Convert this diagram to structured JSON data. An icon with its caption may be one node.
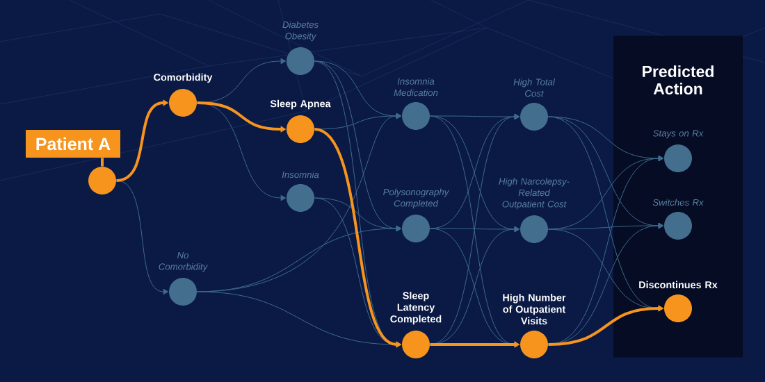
{
  "diagram": {
    "nodes": [
      {
        "text": [
          "Patient A"
        ]
      },
      {
        "text": [],
        "shape": "circle"
      },
      {
        "text": [
          "Comorbidity"
        ]
      },
      {
        "text": [
          "No Comorbidity"
        ]
      },
      {
        "text": [
          "Diabetes Obesity"
        ]
      },
      {
        "text": [
          "Sleep Apnea"
        ]
      },
      {
        "text": [
          "Insomnia"
        ]
      },
      {
        "text": [
          "Insomnia Medication"
        ]
      },
      {
        "text": [
          "Polysonography Completed"
        ]
      },
      {
        "text": [
          "Sleep Latency Completed"
        ]
      },
      {
        "text": [
          "High Total Cost"
        ]
      },
      {
        "text": [
          "High Narcolepsy-Related Outpatient Cost"
        ]
      },
      {
        "text": [
          "High Number of Outpatient Visits"
        ]
      },
      {
        "text": [
          "Predicted Action"
        ]
      },
      {
        "text": [
          "Stays on Rx"
        ],
        "in": 13
      },
      {
        "text": [
          "Switches Rx"
        ],
        "in": 13
      },
      {
        "text": [
          "Discontinues Rx"
        ],
        "in": 13
      }
    ],
    "edges": [
      {
        "from": 0,
        "to": 1,
        "arrow": "none",
        "style": "thick",
        "color": "#f7941d"
      },
      {
        "from": 1,
        "to": 2,
        "arrow": "to",
        "style": "thick",
        "color": "#f7941d"
      },
      {
        "from": 1,
        "to": 3,
        "arrow": "to"
      },
      {
        "from": 2,
        "to": 4,
        "arrow": "to"
      },
      {
        "from": 2,
        "to": 5,
        "arrow": "to",
        "style": "thick",
        "color": "#f7941d"
      },
      {
        "from": 2,
        "to": 6,
        "arrow": "to"
      },
      {
        "from": 3,
        "to": 7,
        "arrow": "to"
      },
      {
        "from": 3,
        "to": 8,
        "arrow": "to"
      },
      {
        "from": 3,
        "to": 9,
        "arrow": "to"
      },
      {
        "from": 4,
        "to": 7,
        "arrow": "to"
      },
      {
        "from": 4,
        "to": 8,
        "arrow": "to"
      },
      {
        "from": 4,
        "to": 9,
        "arrow": "to"
      },
      {
        "from": 5,
        "to": 7,
        "arrow": "to"
      },
      {
        "from": 5,
        "to": 9,
        "arrow": "to",
        "style": "thick",
        "color": "#f7941d"
      },
      {
        "from": 6,
        "to": 8,
        "arrow": "to"
      },
      {
        "from": 6,
        "to": 9,
        "arrow": "to"
      },
      {
        "from": 7,
        "to": 10,
        "arrow": "to"
      },
      {
        "from": 7,
        "to": 11,
        "arrow": "to"
      },
      {
        "from": 7,
        "to": 12,
        "arrow": "to"
      },
      {
        "from": 8,
        "to": 10,
        "arrow": "to"
      },
      {
        "from": 8,
        "to": 11,
        "arrow": "to"
      },
      {
        "from": 8,
        "to": 12,
        "arrow": "to"
      },
      {
        "from": 9,
        "to": 10,
        "arrow": "to"
      },
      {
        "from": 9,
        "to": 11,
        "arrow": "to"
      },
      {
        "from": 9,
        "to": 12,
        "arrow": "to",
        "style": "thick",
        "color": "#f7941d"
      },
      {
        "from": 10,
        "to": 14,
        "arrow": "to"
      },
      {
        "from": 10,
        "to": 15,
        "arrow": "to"
      },
      {
        "from": 10,
        "to": 16,
        "arrow": "to"
      },
      {
        "from": 11,
        "to": 14,
        "arrow": "to"
      },
      {
        "from": 11,
        "to": 15,
        "arrow": "to"
      },
      {
        "from": 11,
        "to": 16,
        "arrow": "to"
      },
      {
        "from": 12,
        "to": 14,
        "arrow": "to"
      },
      {
        "from": 12,
        "to": 15,
        "arrow": "to"
      },
      {
        "from": 12,
        "to": 16,
        "arrow": "to",
        "style": "thick",
        "color": "#f7941d"
      }
    ]
  }
}
